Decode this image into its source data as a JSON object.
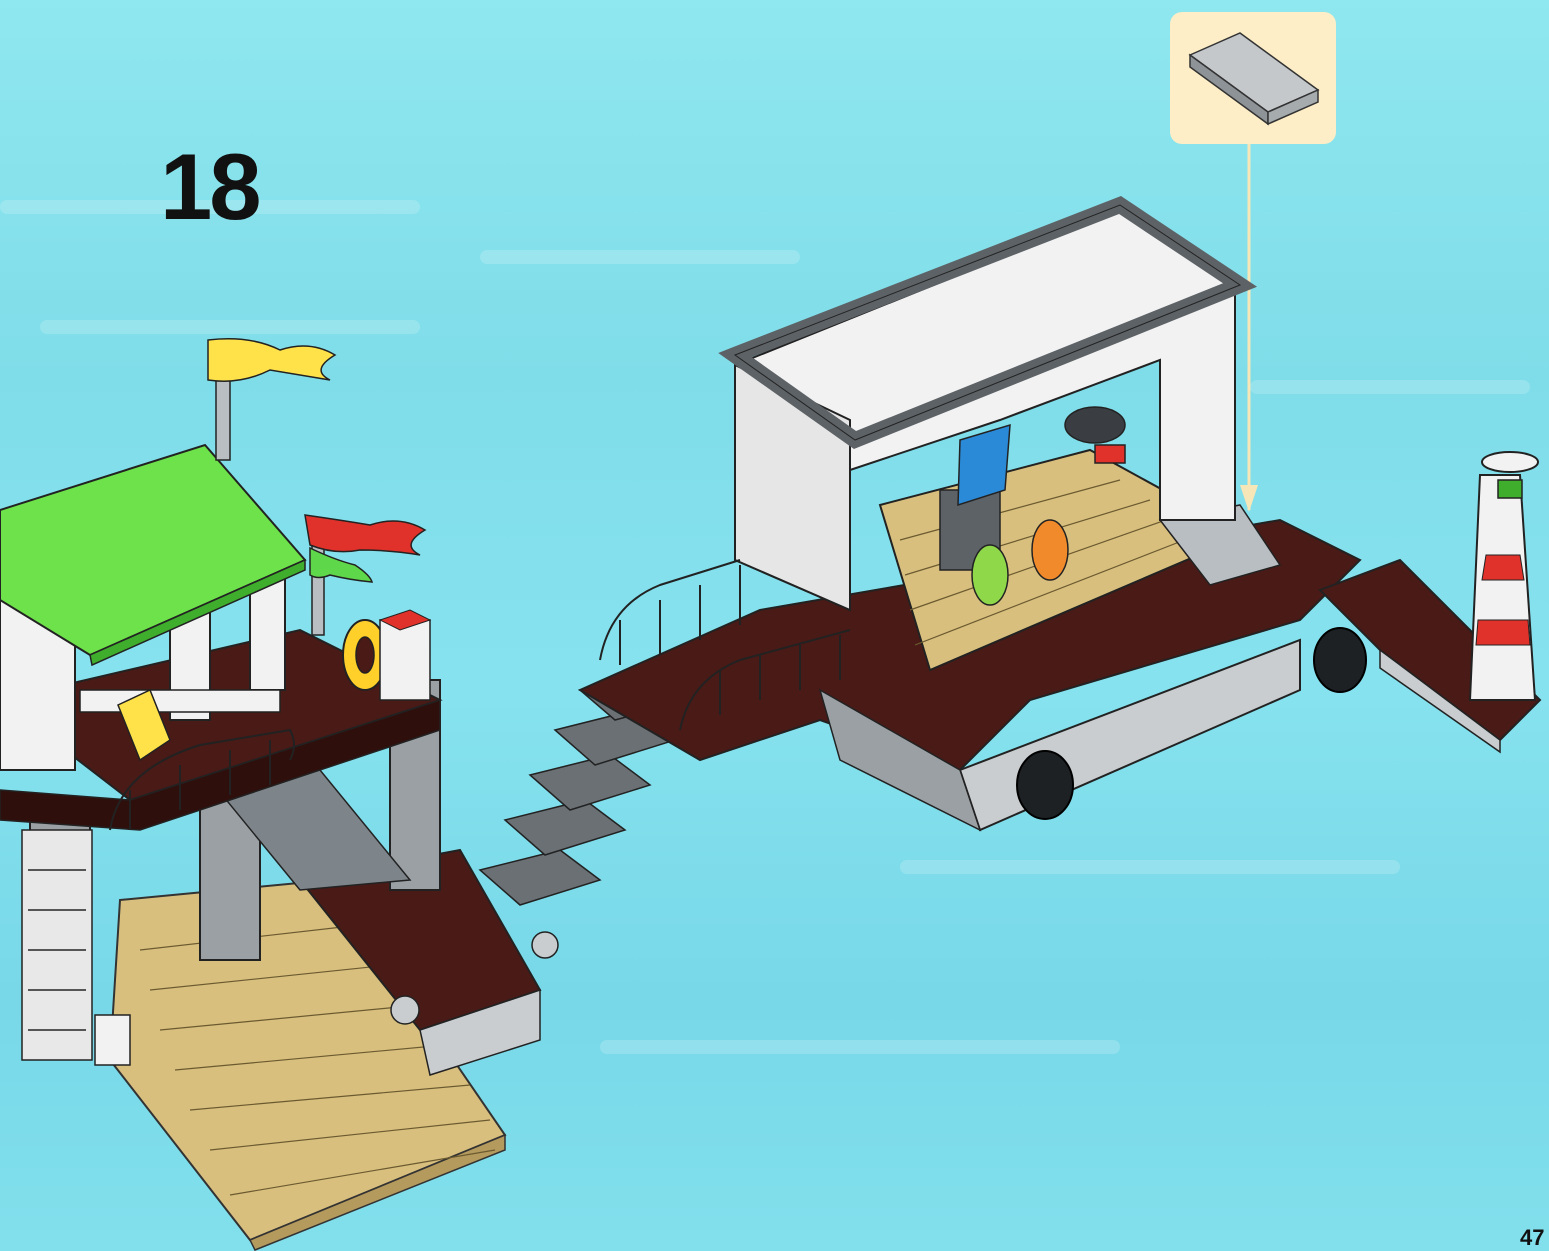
{
  "step": {
    "number": "18"
  },
  "page": {
    "number": "47"
  },
  "callout": {
    "part": "tile-1x2-light-gray",
    "quantity": 1
  },
  "colors": {
    "background": "#7fe0ec",
    "callout_background": "#fdeec7",
    "baseplate_tan": "#d8bf7e",
    "plate_dark_brown": "#4a1a16",
    "roof_green": "#6ee24a",
    "flag_yellow": "#ffe24a",
    "flag_red": "#e0322a",
    "wall_white": "#f2f2f2",
    "frame_dark_gray": "#5d6266",
    "light_gray": "#b9bec2"
  }
}
